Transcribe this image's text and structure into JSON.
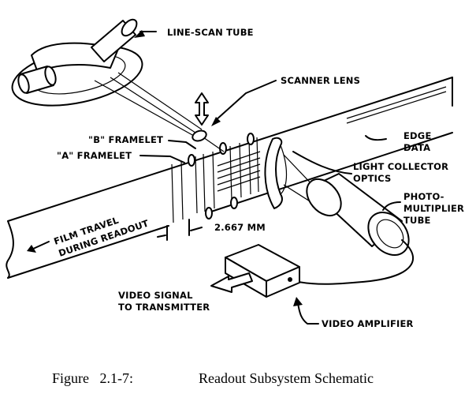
{
  "labels": {
    "line_scan_tube": "LINE-SCAN TUBE",
    "scanner_lens": "SCANNER LENS",
    "b_framelet": "\"B\" FRAMELET",
    "a_framelet": "\"A\" FRAMELET",
    "edge_data_1": "EDGE",
    "edge_data_2": "DATA",
    "light_collector_1": "LIGHT COLLECTOR",
    "light_collector_2": "OPTICS",
    "pmt_1": "PHOTO-",
    "pmt_2": "MULTIPLIER",
    "pmt_3": "TUBE",
    "film_travel_1": "FILM TRAVEL",
    "film_travel_2": "DURING READOUT",
    "dimension": "2.667 MM",
    "video_signal_1": "VIDEO SIGNAL",
    "video_signal_2": "TO TRANSMITTER",
    "video_amplifier": "VIDEO AMPLIFIER"
  },
  "caption": {
    "figure_number": "Figure   2.1-7:",
    "title": "Readout Subsystem Schematic"
  }
}
